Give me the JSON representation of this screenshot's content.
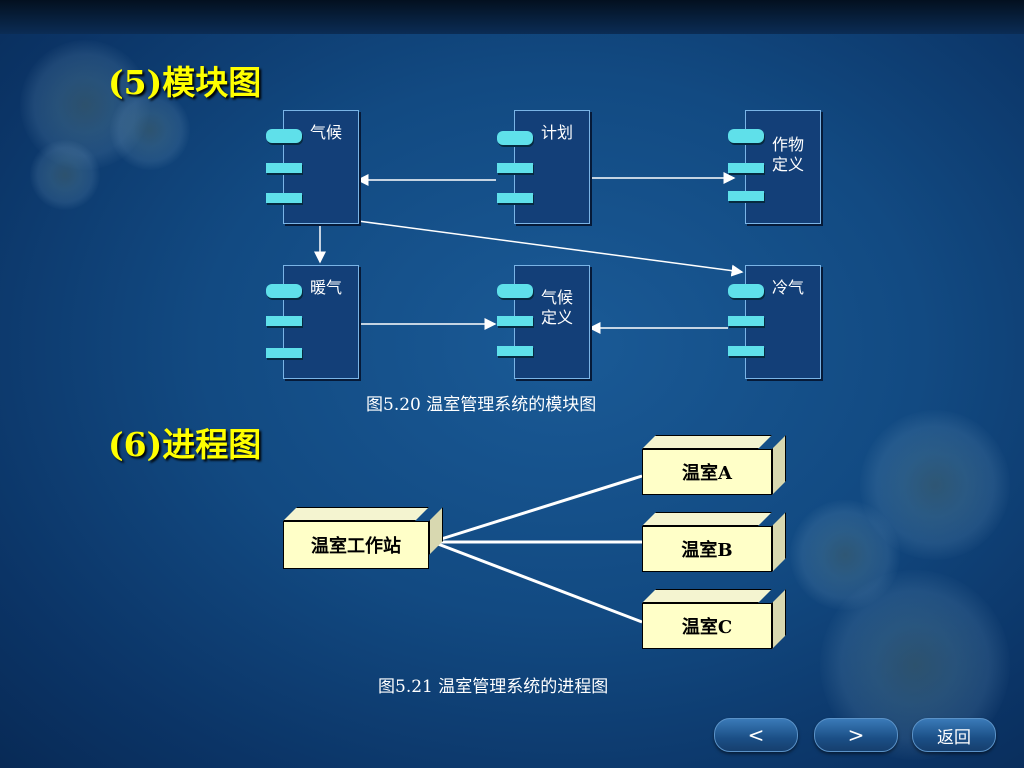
{
  "section5": {
    "heading": "(5)模块图"
  },
  "modules": {
    "climate": "气候",
    "plan": "计划",
    "crop_line1": "作物",
    "crop_line2": "定义",
    "heating": "暖气",
    "climate_def_line1": "气候",
    "climate_def_line2": "定义",
    "cooling": "冷气"
  },
  "caption_520": "图5.20 温室管理系统的模块图",
  "section6": {
    "heading": "(6)进程图"
  },
  "processes": {
    "workstation": "温室工作站",
    "greenhouse_a": "温室A",
    "greenhouse_b": "温室B",
    "greenhouse_c": "温室C"
  },
  "caption_521": "图5.21 温室管理系统的进程图",
  "nav": {
    "prev": "<",
    "next": ">",
    "back": "返回"
  },
  "colors": {
    "heading": "#ffff00",
    "port": "#5fe0ea",
    "process_box": "#ffffc8"
  }
}
